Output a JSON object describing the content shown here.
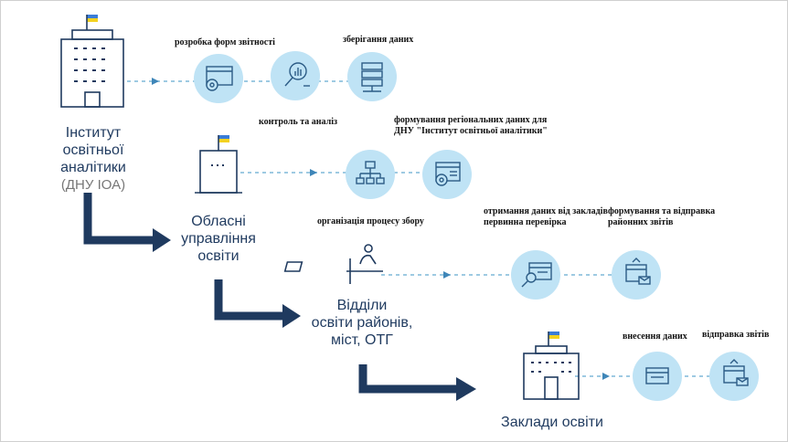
{
  "entities": [
    {
      "line1": "Інститут",
      "line2": "освітньої аналітики",
      "line3": "(ДНУ ІОА)"
    },
    {
      "line1": "Обласні",
      "line2": "управління",
      "line3": "освіти"
    },
    {
      "line1": "Відділи",
      "line2": "освіти районів,",
      "line3": "міст, ОТГ"
    },
    {
      "line1": "Заклади освіти"
    }
  ],
  "steps": {
    "report_forms": "розробка форм звітності",
    "control_analysis": "контроль та аналіз",
    "data_storage": "зберігання даних",
    "organize_collection": "організація процесу збору",
    "regional_data_line1": "формування регіональних даних для",
    "regional_data_line2": "ДНУ \"Інститут освітньої аналітики\"",
    "receive_data_line1": "отримання даних від закладів",
    "receive_data_line2": "первинна перевірка",
    "district_reports_line1": "формування та відправка",
    "district_reports_line2": "районних звітів",
    "data_entry": "внесення даних",
    "send_reports": "відправка звітів"
  },
  "icons": [
    "building-icon",
    "gear-window-icon",
    "magnifier-chart-icon",
    "server-icon",
    "hierarchy-icon",
    "person-laptop-icon",
    "search-doc-icon",
    "envelope-doc-icon",
    "window-icon"
  ],
  "colors": {
    "circle": "#bfe3f5",
    "icon": "#2c5c86",
    "arrow": "#1f3a5f",
    "dash": "#7fb8d8"
  }
}
